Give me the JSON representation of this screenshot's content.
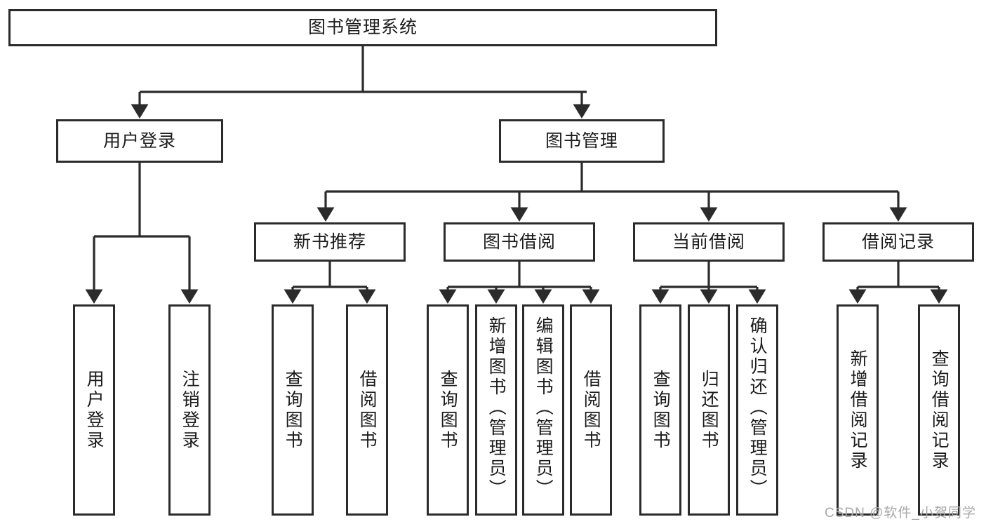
{
  "diagram": {
    "title": "图书管理系统",
    "watermark": "CSDN @软件_小贺同学",
    "colors": {
      "stroke": "#2b2b2b",
      "fill": "#ffffff",
      "text": "#1b1b1b",
      "watermark": "#a8a8a8"
    },
    "root": {
      "label": "图书管理系统"
    },
    "level2": [
      {
        "label": "用户登录"
      },
      {
        "label": "图书管理"
      }
    ],
    "level3": [
      {
        "label": "新书推荐"
      },
      {
        "label": "图书借阅"
      },
      {
        "label": "当前借阅"
      },
      {
        "label": "借阅记录"
      }
    ],
    "leaves": [
      {
        "label": "用户登录"
      },
      {
        "label": "注销登录"
      },
      {
        "label": "查询图书"
      },
      {
        "label": "借阅图书"
      },
      {
        "label": "查询图书"
      },
      {
        "label": "新增图书（管理员）"
      },
      {
        "label": "编辑图书（管理员）"
      },
      {
        "label": "借阅图书"
      },
      {
        "label": "查询图书"
      },
      {
        "label": "归还图书"
      },
      {
        "label": "确认归还（管理员）"
      },
      {
        "label": "新增借阅记录"
      },
      {
        "label": "查询借阅记录"
      }
    ]
  }
}
